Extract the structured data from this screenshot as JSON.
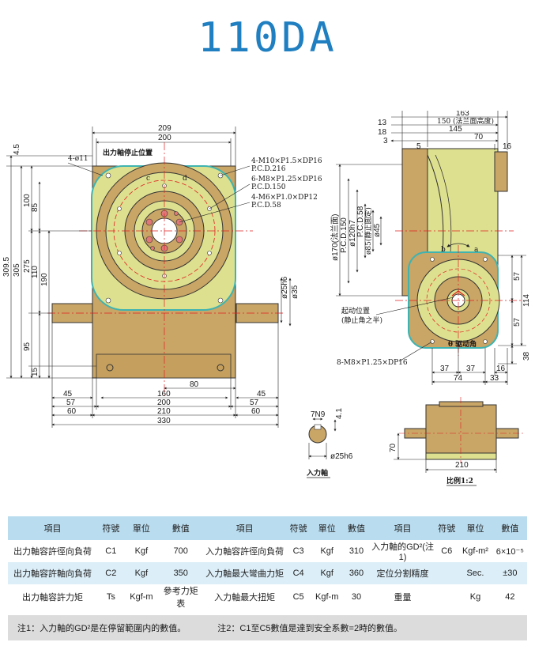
{
  "title": "110DA",
  "front_view": {
    "top_dims": [
      "209",
      "200"
    ],
    "hole_label": "4-ø11",
    "stop_label": "出力軸停止位置",
    "callouts": [
      "4-M10×P1.5×DP16",
      "P.C.D.216",
      "6-M8×P1.25×DP16",
      "P.C.D.150",
      "4-M6×P1.0×DP12",
      "P.C.D.58"
    ],
    "letters": [
      "c",
      "d"
    ],
    "left_dims": [
      "4.5",
      "309.5",
      "305",
      "100",
      "85",
      "275",
      "110",
      "190",
      "95",
      "15"
    ],
    "right_dims": [
      "ø25h6",
      "ø35"
    ],
    "bottom_dims": [
      "80",
      "45",
      "160",
      "45",
      "57",
      "200",
      "57",
      "60",
      "210",
      "60",
      "330"
    ]
  },
  "side_view": {
    "top_dims": [
      "163",
      "13",
      "150 (法兰面高度)",
      "18",
      "145",
      "3",
      "70",
      "5",
      "16"
    ],
    "left_dims": [
      "ø170(法兰面)",
      "P.C.D.150",
      "ø120h7",
      "P.C.D.58",
      "ø85(静止圆定)",
      "ø45"
    ],
    "letters": [
      "b",
      "a"
    ],
    "start_label": "起动位置",
    "start_sub": "(静止角之半)",
    "angle_label": "θ 驱动角",
    "thread_label": "8-M8×P1.25×DP16",
    "right_dims": [
      "57",
      "114",
      "57",
      "38"
    ],
    "bottom_dims": [
      "37",
      "37",
      "16",
      "74",
      "33"
    ]
  },
  "input_shaft": {
    "dims": [
      "7N9",
      "4.1",
      "ø25h6"
    ],
    "caption": "入力軸"
  },
  "bottom_view": {
    "dims": [
      "70",
      "210"
    ],
    "caption": "比例1:2"
  },
  "spec_table": {
    "headers": [
      "項目",
      "符號",
      "單位",
      "數值",
      "項目",
      "符號",
      "單位",
      "數值",
      "項目",
      "符號",
      "單位",
      "數值"
    ],
    "rows": [
      [
        "出力軸容許徑向負荷",
        "C1",
        "Kgf",
        "700",
        "入力軸容許徑向負荷",
        "C3",
        "Kgf",
        "310",
        "入力軸的GD²(注1)",
        "C6",
        "Kgf-m²",
        "6×10⁻⁵"
      ],
      [
        "出力軸容許軸向負荷",
        "C2",
        "Kgf",
        "350",
        "入力軸最大彎曲力矩",
        "C4",
        "Kgf",
        "360",
        "定位分割精度",
        "",
        "Sec.",
        "±30"
      ],
      [
        "出力軸容許力矩",
        "Ts",
        "Kgf-m",
        "參考力矩表",
        "入力軸最大扭矩",
        "C5",
        "Kgf-m",
        "30",
        "重量",
        "",
        "Kg",
        "42"
      ]
    ]
  },
  "notes": [
    "注1：入力軸的GD²是在停留範圍内的數值。",
    "注2：C1至C5數值是達到安全系數=2時的數值。"
  ],
  "colors": {
    "title": "#1f7fc0",
    "body_tan": "#c9a566",
    "face_yellow": "#dde08f",
    "outline_teal": "#3fb3b0",
    "center_red": "#e02020",
    "header_blue": "#b9dcef",
    "row_blue": "#dceef8"
  }
}
